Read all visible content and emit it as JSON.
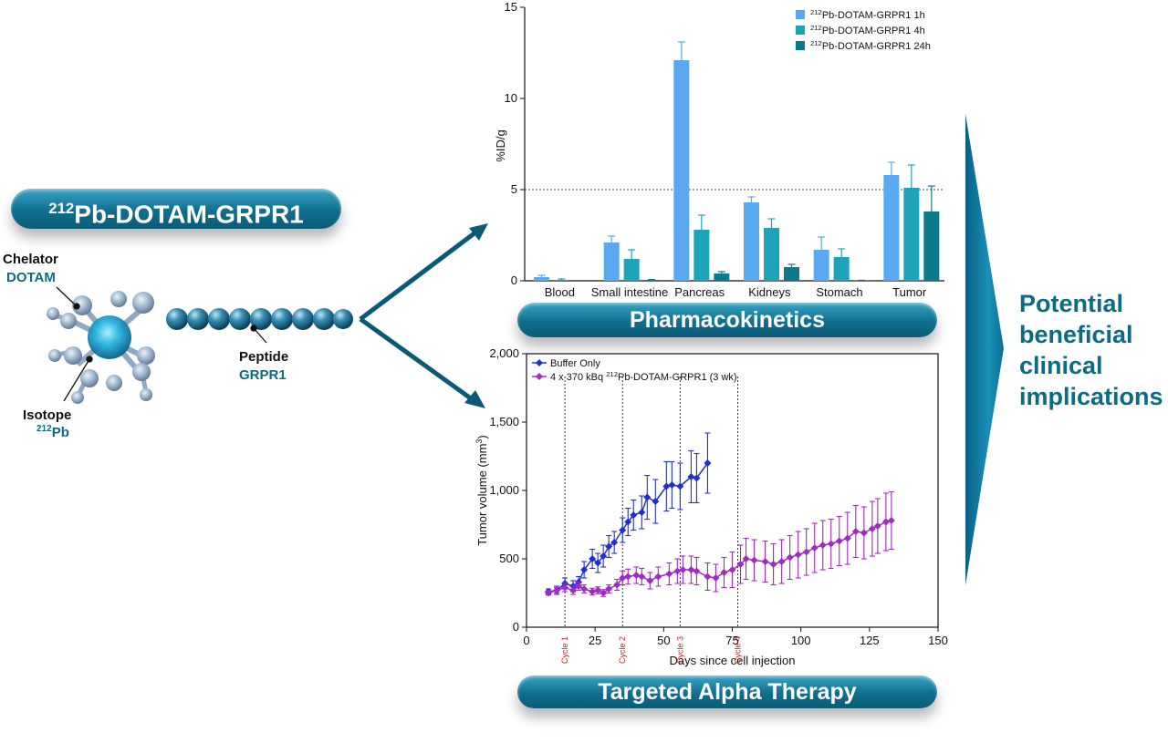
{
  "construct": {
    "title_sup": "212",
    "title_main": "Pb-DOTAM-GRPR1",
    "chelator_label": "Chelator",
    "chelator_name": "DOTAM",
    "peptide_label": "Peptide",
    "peptide_name": "GRPR1",
    "isotope_label": "Isotope",
    "isotope_sup": "212",
    "isotope_name": "Pb"
  },
  "sections": {
    "pharmacokinetics": "Pharmacokinetics",
    "therapy": "Targeted Alpha Therapy",
    "implications_lines": [
      "Potential",
      "beneficial",
      "clinical",
      "implications"
    ]
  },
  "colors": {
    "teal_dark": "#0b5a75",
    "teal_text": "#0b6b82",
    "bar_1h": "#5aa9f0",
    "bar_4h": "#1fa3b8",
    "bar_24h": "#0d7a8c",
    "buffer_line": "#1f2fd1",
    "treated_line": "#a12ac4",
    "cycle_text": "#d12020"
  },
  "chart_data": [
    {
      "type": "bar",
      "ylabel": "%ID/g",
      "ylim": [
        0,
        15
      ],
      "yticks": [
        0,
        5,
        10,
        15
      ],
      "reference_line_y": 5,
      "categories": [
        "Blood",
        "Small intestine",
        "Pancreas",
        "Kidneys",
        "Stomach",
        "Tumor"
      ],
      "series": [
        {
          "name_sup": "212",
          "name": "Pb-DOTAM-GRPR1 1h",
          "values": [
            0.2,
            2.1,
            12.1,
            4.3,
            1.7,
            5.8
          ],
          "errors": [
            0.1,
            0.35,
            1.0,
            0.3,
            0.7,
            0.7
          ]
        },
        {
          "name_sup": "212",
          "name": "Pb-DOTAM-GRPR1 4h",
          "values": [
            0.05,
            1.2,
            2.8,
            2.9,
            1.3,
            5.1
          ],
          "errors": [
            0.05,
            0.5,
            0.8,
            0.5,
            0.45,
            1.25
          ]
        },
        {
          "name_sup": "212",
          "name": "Pb-DOTAM-GRPR1 24h",
          "values": [
            0.0,
            0.05,
            0.4,
            0.75,
            0.02,
            3.8
          ],
          "errors": [
            0.0,
            0.02,
            0.1,
            0.15,
            0.01,
            1.4
          ]
        }
      ],
      "legend_position": "top-right"
    },
    {
      "type": "line",
      "xlabel": "Days since cell injection",
      "ylabel_main": "Tumor volume (mm",
      "ylabel_sup": "3",
      "ylabel_end": ")",
      "xlim": [
        0,
        150
      ],
      "ylim": [
        0,
        2000
      ],
      "xticks": [
        0,
        25,
        50,
        75,
        100,
        125,
        150
      ],
      "yticks": [
        0,
        500,
        1000,
        1500,
        2000
      ],
      "ytick_labels": [
        "0",
        "500",
        "1,000",
        "1,500",
        "2,000"
      ],
      "cycles": [
        {
          "label": "Cycle 1",
          "x": 14
        },
        {
          "label": "Cycle 2",
          "x": 35
        },
        {
          "label": "Cycle 3",
          "x": 56
        },
        {
          "label": "Cycle 4",
          "x": 77
        }
      ],
      "series": [
        {
          "name": "Buffer Only",
          "x": [
            8,
            11,
            14,
            17,
            19,
            21,
            24,
            26,
            28,
            30,
            32,
            35,
            37,
            39,
            42,
            44,
            47,
            51,
            53,
            56,
            60,
            62,
            66
          ],
          "y": [
            260,
            270,
            320,
            300,
            330,
            420,
            500,
            470,
            520,
            590,
            620,
            710,
            770,
            820,
            840,
            950,
            920,
            1030,
            1040,
            1030,
            1100,
            1090,
            1200
          ],
          "err": [
            20,
            30,
            40,
            40,
            40,
            60,
            70,
            70,
            80,
            80,
            80,
            90,
            100,
            110,
            120,
            160,
            160,
            180,
            170,
            170,
            190,
            180,
            220
          ]
        },
        {
          "name_prefix": "4 x 370 kBq ",
          "name_sup": "212",
          "name": "Pb-DOTAM-GRPR1 (3 wk)",
          "x": [
            8,
            11,
            14,
            17,
            19,
            21,
            24,
            26,
            28,
            30,
            33,
            35,
            37,
            40,
            42,
            45,
            48,
            52,
            55,
            57,
            60,
            62,
            66,
            69,
            72,
            75,
            78,
            80,
            83,
            87,
            90,
            93,
            96,
            99,
            102,
            105,
            108,
            111,
            114,
            117,
            120,
            123,
            126,
            128,
            131,
            133
          ],
          "y": [
            250,
            270,
            290,
            270,
            300,
            280,
            260,
            270,
            250,
            280,
            310,
            360,
            370,
            380,
            370,
            340,
            370,
            390,
            410,
            420,
            420,
            410,
            370,
            360,
            400,
            420,
            460,
            500,
            490,
            480,
            460,
            480,
            510,
            530,
            550,
            580,
            600,
            610,
            630,
            650,
            700,
            690,
            720,
            740,
            770,
            780
          ],
          "err": [
            15,
            20,
            30,
            30,
            30,
            30,
            25,
            25,
            25,
            30,
            40,
            50,
            55,
            60,
            60,
            60,
            70,
            80,
            90,
            100,
            100,
            100,
            100,
            100,
            110,
            130,
            140,
            150,
            150,
            150,
            150,
            160,
            160,
            170,
            170,
            180,
            180,
            180,
            180,
            190,
            190,
            190,
            200,
            200,
            210,
            210
          ]
        }
      ],
      "legend_position": "top-left"
    }
  ]
}
